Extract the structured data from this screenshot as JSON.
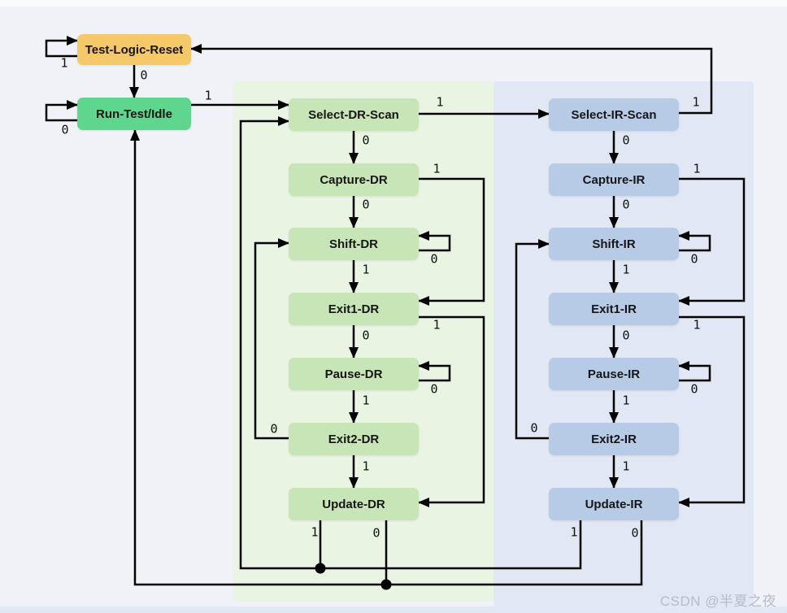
{
  "diagram": {
    "states": {
      "tlr": {
        "label": "Test-Logic-Reset"
      },
      "rti": {
        "label": "Run-Test/Idle"
      },
      "dr": [
        {
          "label": "Select-DR-Scan"
        },
        {
          "label": "Capture-DR"
        },
        {
          "label": "Shift-DR"
        },
        {
          "label": "Exit1-DR"
        },
        {
          "label": "Pause-DR"
        },
        {
          "label": "Exit2-DR"
        },
        {
          "label": "Update-DR"
        }
      ],
      "ir": [
        {
          "label": "Select-IR-Scan"
        },
        {
          "label": "Capture-IR"
        },
        {
          "label": "Shift-IR"
        },
        {
          "label": "Exit1-IR"
        },
        {
          "label": "Pause-IR"
        },
        {
          "label": "Exit2-IR"
        },
        {
          "label": "Update-IR"
        }
      ]
    },
    "edge_labels": {
      "tlr_self": "1",
      "tlr_to_rti": "0",
      "rti_self": "0",
      "rti_to_select_dr": "1",
      "select_dr_to_select_ir": "1",
      "select_ir_to_tlr": "1",
      "select_dr_to_capture_dr": "0",
      "capture_dr_to_shift_dr": "0",
      "shift_dr_to_exit1_dr": "1",
      "exit1_dr_to_pause_dr": "0",
      "pause_dr_to_exit2_dr": "1",
      "exit2_dr_to_update_dr": "1",
      "capture_dr_to_exit1_dr": "1",
      "shift_dr_self": "0",
      "exit1_dr_to_update_dr": "1",
      "pause_dr_self": "0",
      "exit2_dr_to_shift_dr": "0",
      "update_dr_to_select": "1",
      "update_dr_to_idle": "0",
      "select_ir_to_capture_ir": "0",
      "capture_ir_to_shift_ir": "0",
      "shift_ir_to_exit1_ir": "1",
      "exit1_ir_to_pause_ir": "0",
      "pause_ir_to_exit2_ir": "1",
      "exit2_ir_to_update_ir": "1",
      "capture_ir_to_exit1_ir": "1",
      "shift_ir_self": "0",
      "exit1_ir_to_update_ir": "1",
      "pause_ir_self": "0",
      "exit2_ir_to_shift_ir": "0",
      "update_ir_to_select": "1",
      "update_ir_to_idle": "0"
    },
    "colors": {
      "background": "#F1F2F7",
      "reset_state_fill": "#F5C869",
      "idle_state_fill": "#5FD68E",
      "dr_state_fill": "#C8E5B8",
      "ir_state_fill": "#B7CBE7",
      "dr_panel_fill": "#E9F4E3",
      "ir_panel_fill": "#E1E7F4",
      "edge_color": "#000000",
      "watermark_color": "#B6BCCB"
    },
    "watermark": "CSDN @半夏之夜"
  }
}
